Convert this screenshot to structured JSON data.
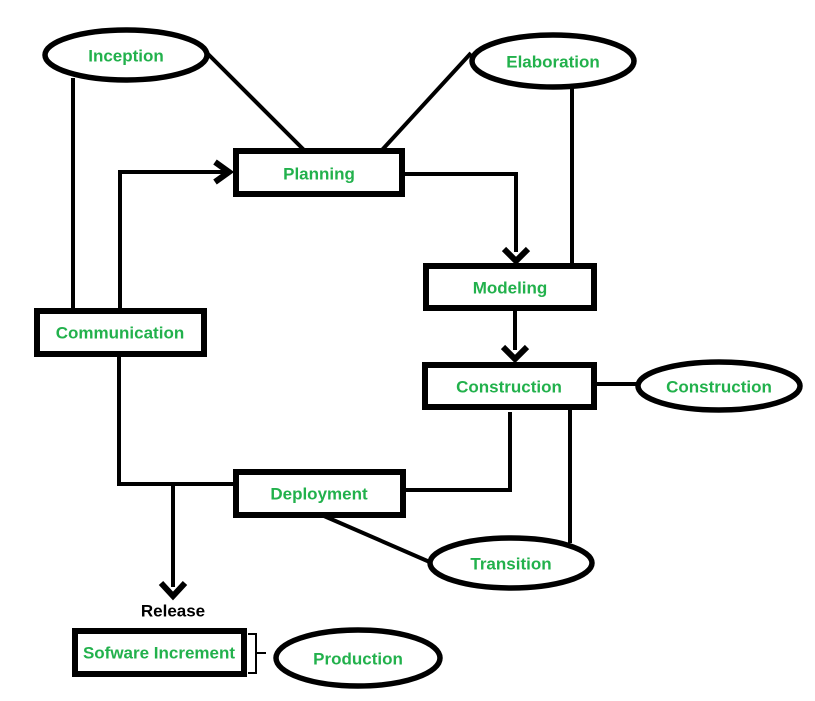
{
  "colors": {
    "label_green": "#22b14c",
    "line_black": "#000000",
    "background": "#ffffff"
  },
  "nodes": {
    "inception": {
      "label": "Inception",
      "shape": "ellipse"
    },
    "elaboration": {
      "label": "Elaboration",
      "shape": "ellipse"
    },
    "planning": {
      "label": "Planning",
      "shape": "rect"
    },
    "modeling": {
      "label": "Modeling",
      "shape": "rect"
    },
    "construction": {
      "label": "Construction",
      "shape": "rect"
    },
    "construction_phase": {
      "label": "Construction",
      "shape": "ellipse"
    },
    "communication": {
      "label": "Communication",
      "shape": "rect"
    },
    "deployment": {
      "label": "Deployment",
      "shape": "rect"
    },
    "transition": {
      "label": "Transition",
      "shape": "ellipse"
    },
    "software_increment": {
      "label": "Sofware Increment",
      "shape": "rect"
    },
    "production": {
      "label": "Production",
      "shape": "ellipse"
    },
    "release": {
      "label": "Release",
      "shape": "text"
    }
  },
  "edges": [
    {
      "from": "Inception",
      "to": "Communication",
      "arrow": false
    },
    {
      "from": "Inception",
      "to": "Planning",
      "arrow": false
    },
    {
      "from": "Elaboration",
      "to": "Planning",
      "arrow": false
    },
    {
      "from": "Elaboration",
      "to": "Modeling",
      "arrow": false
    },
    {
      "from": "Communication",
      "to": "Planning",
      "arrow": true
    },
    {
      "from": "Planning",
      "to": "Modeling",
      "arrow": true
    },
    {
      "from": "Modeling",
      "to": "Construction",
      "arrow": true
    },
    {
      "from": "Construction",
      "to": "Construction (phase ellipse)",
      "arrow": false
    },
    {
      "from": "Deployment",
      "to": "Construction",
      "arrow": false
    },
    {
      "from": "Construction",
      "to": "Transition",
      "arrow": false
    },
    {
      "from": "Communication",
      "to": "Deployment",
      "arrow": false
    },
    {
      "from": "Communication-Deployment line",
      "to": "Release",
      "arrow": true
    },
    {
      "from": "Deployment",
      "to": "Transition",
      "arrow": false
    },
    {
      "from": "Sofware Increment",
      "to": "Production",
      "arrow": false,
      "style": "bracket"
    }
  ]
}
